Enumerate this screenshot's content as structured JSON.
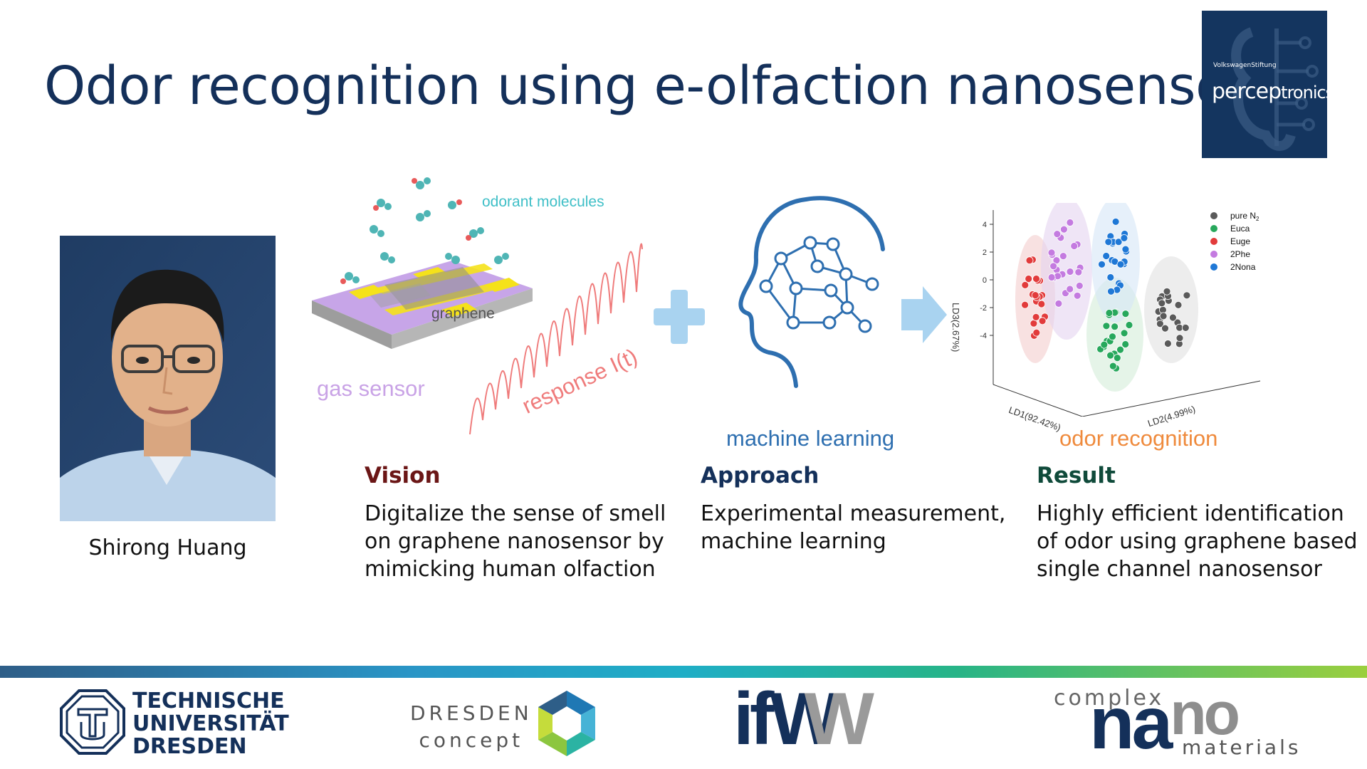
{
  "slide": {
    "title": "Odor recognition using e-olfaction nanosensor"
  },
  "logo_perceptronics": {
    "foundation": "VolkswagenStiftung",
    "name_big": "percep",
    "name_small": "tronics"
  },
  "person": {
    "name": "Shirong Huang"
  },
  "illustration": {
    "odorant_label": "odorant molecules",
    "graphene_label": "graphene",
    "gas_sensor_label": "gas sensor",
    "response_label": "response I(t)",
    "ml_label": "machine learning",
    "odor_label": "odor recognition"
  },
  "chart_data": {
    "type": "scatter",
    "ylabel": "LD3(2.67%)",
    "xlabel": "LD1(92.42%)",
    "zlabel": "LD2(4.99%)",
    "yticks": [
      "4",
      "2",
      "0",
      "-2",
      "-4"
    ],
    "legend_position": "top-right",
    "series": [
      {
        "name": "pure N",
        "sub": "2",
        "color": "#5a5a5a"
      },
      {
        "name": "Euca",
        "color": "#27a85c"
      },
      {
        "name": "Euge",
        "color": "#e23b3b"
      },
      {
        "name": "2Phe",
        "color": "#c47be0"
      },
      {
        "name": "2Nona",
        "color": "#1f78d6"
      }
    ]
  },
  "columns": [
    {
      "heading": "Vision",
      "heading_color": "#6b1616",
      "lines": [
        "Digitalize the sense of smell",
        "on graphene nanosensor by",
        "mimicking human olfaction"
      ]
    },
    {
      "heading": "Approach",
      "heading_color": "#14305a",
      "lines": [
        "Experimental measurement,",
        "machine learning"
      ]
    },
    {
      "heading": "Result",
      "heading_color": "#0f4a3a",
      "lines": [
        "Highly efficient identification",
        "of odor using graphene based",
        "single channel nanosensor"
      ]
    }
  ],
  "footer": {
    "tud_lines": [
      "TECHNISCHE",
      "UNIVERSITÄT",
      "DRESDEN"
    ],
    "dresden_concept_lines": [
      "DRESDEN",
      "concept"
    ],
    "ifw_a": "ifW",
    "ifw_b": "W",
    "cn_complex": "complex",
    "cn_na": "na",
    "cn_no": "no",
    "cn_materials": "materials"
  },
  "colors": {
    "title": "#14305a",
    "odorant": "#3fbfc7",
    "gas_sensor": "#c9a3e6",
    "response": "#ef7b7b",
    "ml": "#2e6fb0",
    "odor": "#ef8a3c",
    "plus": "#a9d3f0"
  }
}
